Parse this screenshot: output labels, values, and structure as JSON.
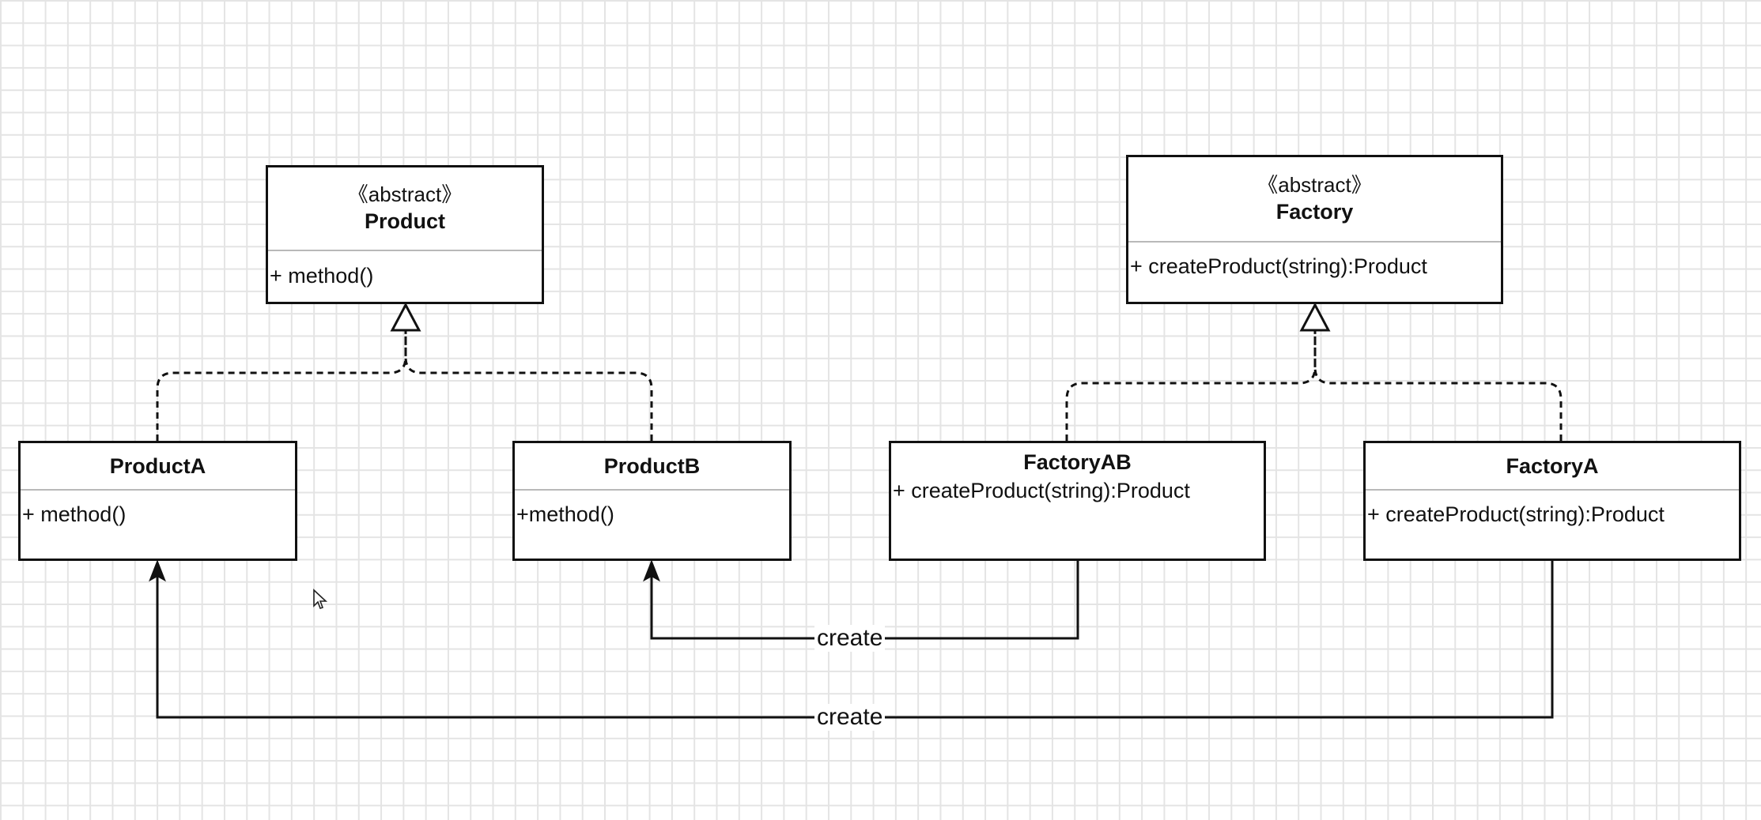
{
  "diagram": {
    "classes": {
      "product": {
        "stereotype": "《abstract》",
        "name": "Product",
        "members": [
          "+ method()"
        ]
      },
      "factory": {
        "stereotype": "《abstract》",
        "name": "Factory",
        "members": [
          "+ createProduct(string):Product"
        ]
      },
      "product_a": {
        "name": "ProductA",
        "members": [
          "+ method()"
        ]
      },
      "product_b": {
        "name": "ProductB",
        "members": [
          "+method()"
        ]
      },
      "factory_ab": {
        "name": "FactoryAB",
        "members": [
          "+ createProduct(string):Product"
        ]
      },
      "factory_a": {
        "name": "FactoryA",
        "members": [
          "+ createProduct(string):Product"
        ]
      }
    },
    "relations": {
      "product_b_create_label": "create",
      "product_a_create_label": "create"
    },
    "colors": {
      "line": "#111111",
      "divider": "#b9b9b9",
      "grid": "#e4e4e4",
      "background": "#ffffff"
    }
  }
}
